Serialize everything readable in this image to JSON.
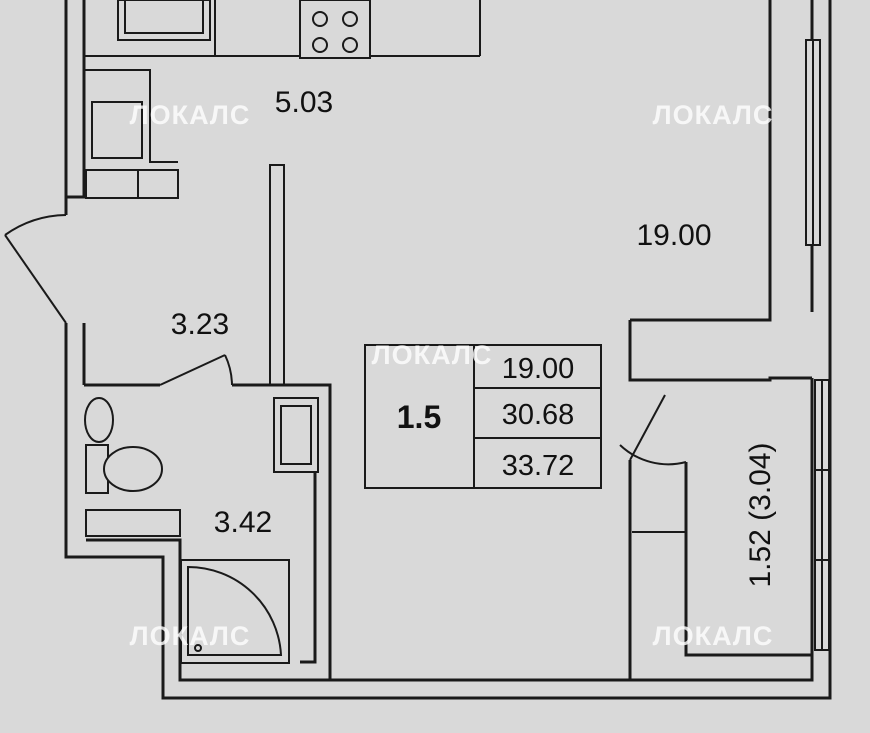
{
  "rooms": {
    "kitchen": "5.03",
    "living": "19.00",
    "hall": "3.23",
    "bath": "3.42",
    "balcony": "1.52 (3.04)"
  },
  "summary": {
    "type": "1.5",
    "living_area": "19.00",
    "total_area": "30.68",
    "total_with_balcony": "33.72"
  },
  "watermark": "ЛОКАЛС",
  "colors": {
    "background": "#d9d9d9",
    "lines": "#1a1a1a",
    "watermark": "#ffffff"
  }
}
